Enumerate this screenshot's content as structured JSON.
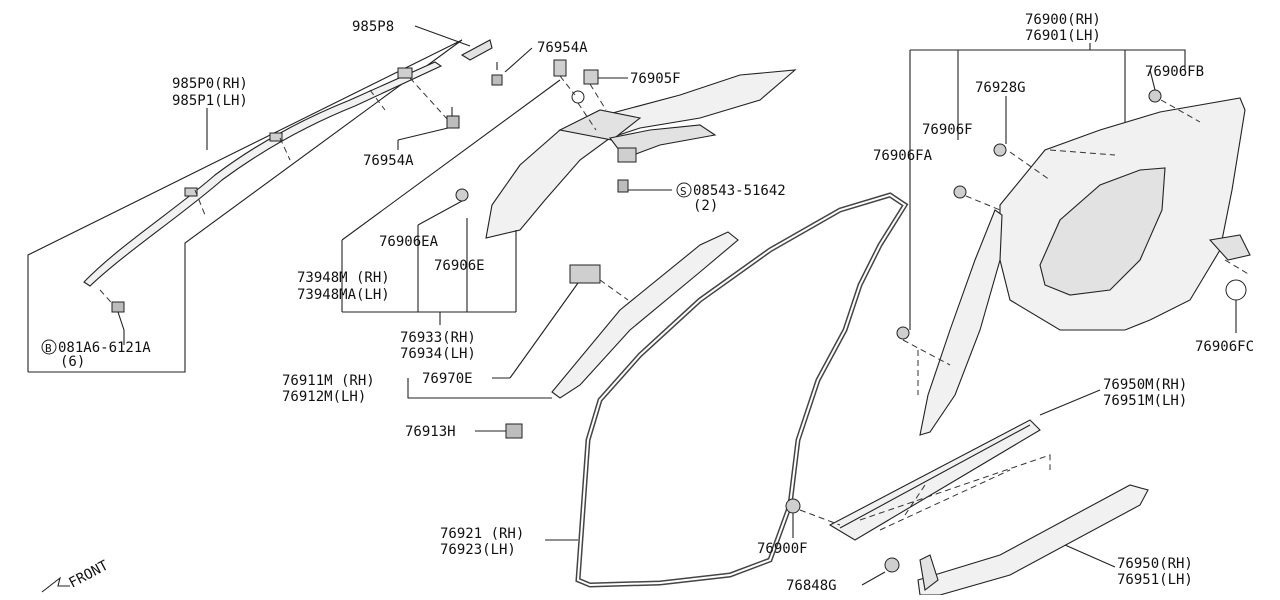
{
  "labels": {
    "p985P8": "985P8",
    "p985P0": "985P0(RH)",
    "p985P1": "985P1(LH)",
    "p76954A_top": "76954A",
    "p76954A_mid": "76954A",
    "p76905F": "76905F",
    "p08543_code": "08543-51642",
    "p08543_qty": "(2)",
    "p76906EA": "76906EA",
    "p76906E": "76906E",
    "p73948M": "73948M (RH)",
    "p73948MA": "73948MA(LH)",
    "p76933": "76933(RH)",
    "p76934": "76934(LH)",
    "p081A6_code": "081A6-6121A",
    "p081A6_qty": "(6)",
    "p76911M": "76911M (RH)",
    "p76912M": "76912M(LH)",
    "p76970E": "76970E",
    "p76913H": "76913H",
    "p76921": "76921 (RH)",
    "p76923": "76923(LH)",
    "p76900": "76900(RH)",
    "p76901": "76901(LH)",
    "p76906FB": "76906FB",
    "p76928G": "76928G",
    "p76906F": "76906F",
    "p76906FA": "76906FA",
    "p76906FC": "76906FC",
    "p76950M": "76950M(RH)",
    "p76951M": "76951M(LH)",
    "p76900F": "76900F",
    "p76848G": "76848G",
    "p76950": "76950(RH)",
    "p76951": "76951(LH)",
    "front": "FRONT"
  },
  "symbols": {
    "bolt_letter": "B",
    "screw_letter": "S"
  }
}
